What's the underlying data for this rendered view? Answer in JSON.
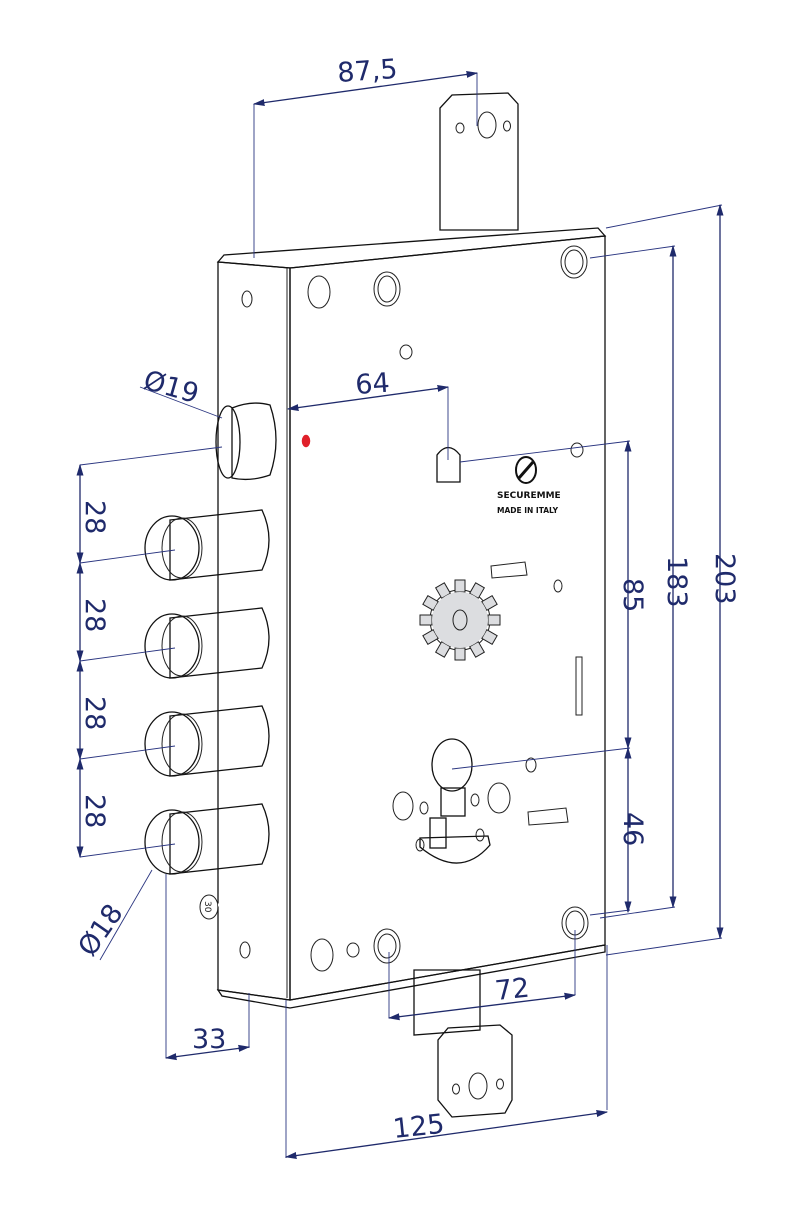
{
  "drawing": {
    "subject": "Mortise lock with 4 round bolts, dimensioned technical drawing",
    "brand_text": "SECUREMME",
    "origin_text": "MADE IN ITALY",
    "small_stamp_text": "30",
    "colors": {
      "dimension": "#1f2a6b",
      "body": "#b9babd",
      "faceplate": "#c6c7ca",
      "bolt": "#a8a9ac",
      "indicator_red": "#e0202a"
    }
  },
  "dimensions": {
    "top_width": "87,5",
    "backset": "64",
    "latch_diameter": "Ø19",
    "bolt_diameter": "Ø18",
    "bolt_spacing_1": "28",
    "bolt_spacing_2": "28",
    "bolt_spacing_3": "28",
    "bolt_spacing_4": "28",
    "spindle_to_cylinder": "85",
    "cylinder_to_bottom_hole": "46",
    "mounting_holes_height": "183",
    "overall_height": "203",
    "bolt_throw": "33",
    "bottom_hole_spacing": "72",
    "overall_depth": "125"
  }
}
